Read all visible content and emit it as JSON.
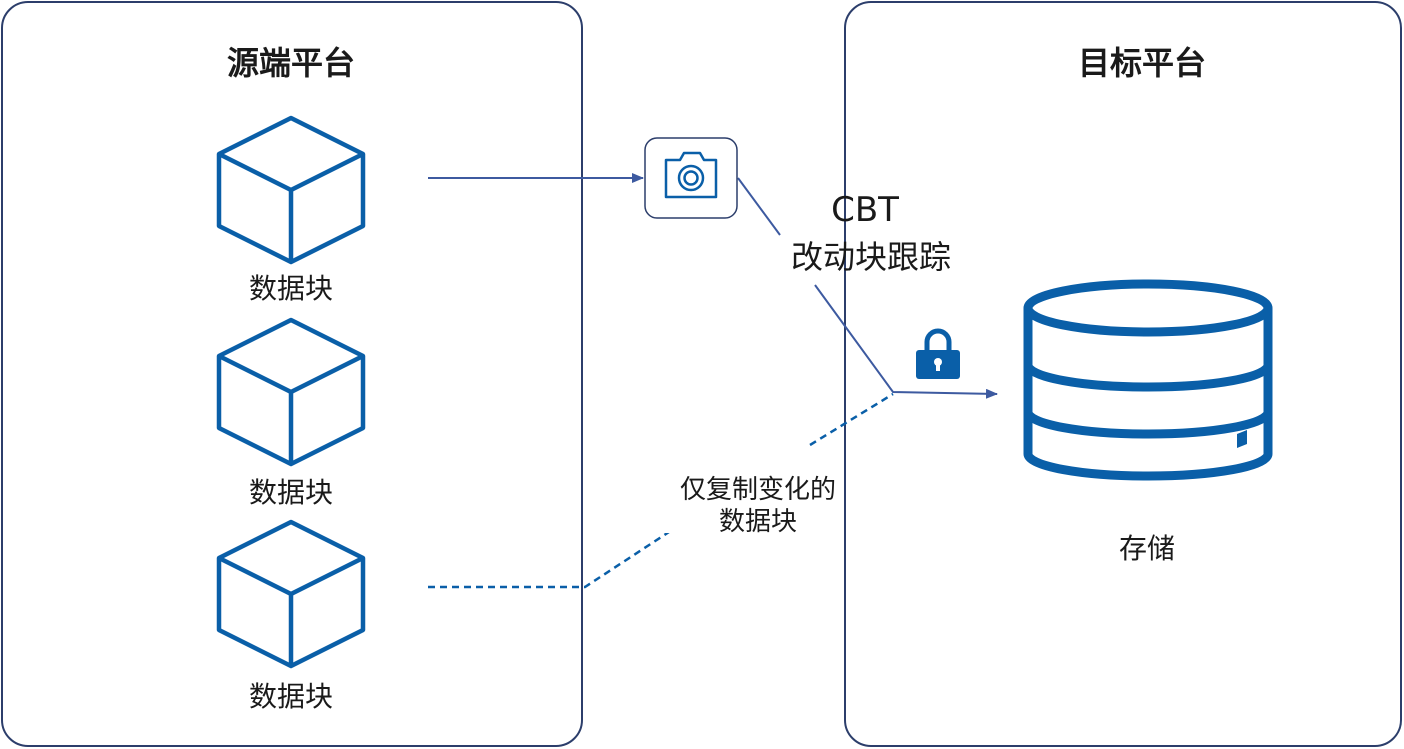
{
  "colors": {
    "accent": "#0a5fa8",
    "line": "#3d5aa0",
    "border": "#2c3e6b",
    "text": "#1a1a1a"
  },
  "source": {
    "title": "源端平台",
    "blocks": [
      {
        "label": "数据块"
      },
      {
        "label": "数据块"
      },
      {
        "label": "数据块"
      }
    ]
  },
  "target": {
    "title": "目标平台",
    "storage_label": "存储",
    "storage_icon": "database-icon"
  },
  "cbt": {
    "title": "CBT",
    "subtitle": "改动块跟踪",
    "icon": "camera-icon"
  },
  "lock_icon": "lock-icon",
  "replicate_note": {
    "line1": "仅复制变化的",
    "line2": "数据块"
  }
}
